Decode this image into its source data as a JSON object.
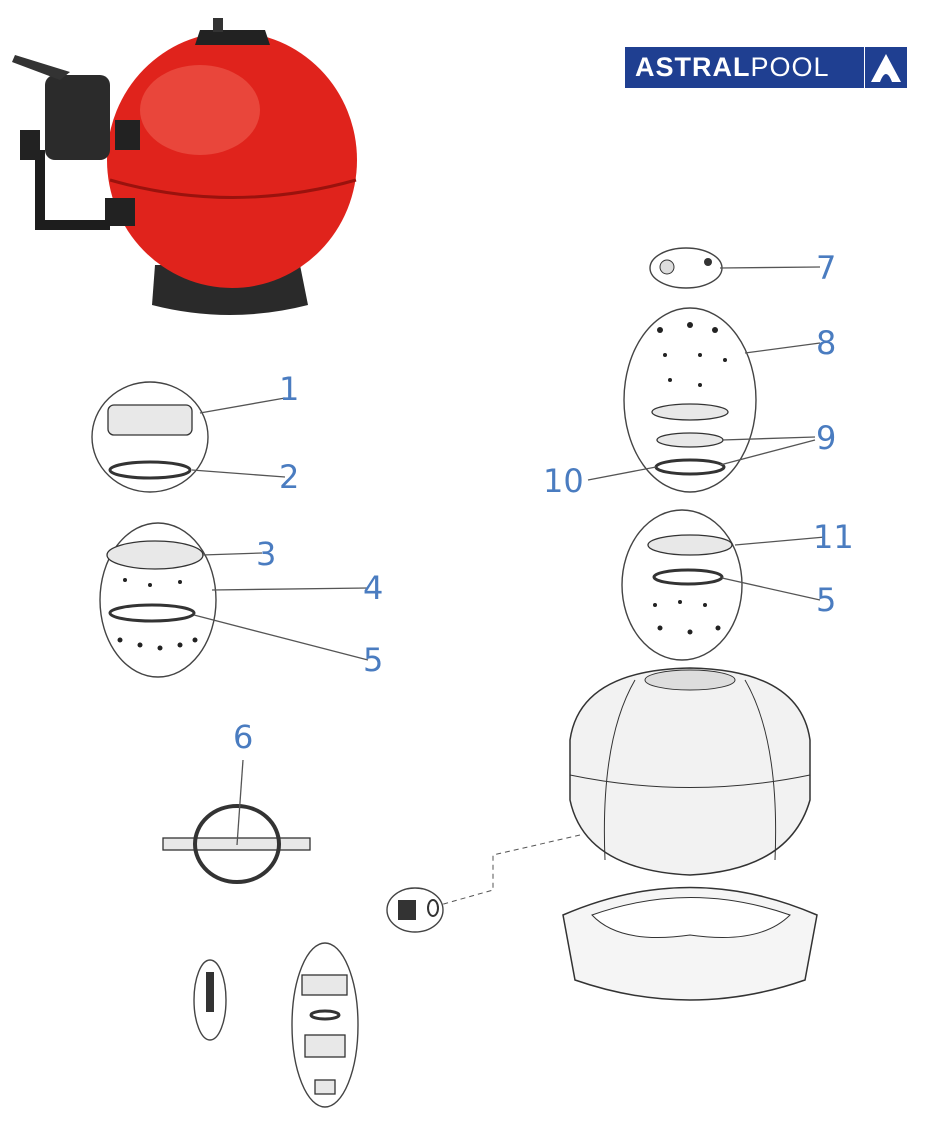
{
  "logo": {
    "brand_bold": "ASTRAL",
    "brand_light": "POOL"
  },
  "callouts": {
    "c1": "1",
    "c2": "2",
    "c3": "3",
    "c4": "4",
    "c5a": "5",
    "c6": "6",
    "c7": "7",
    "c8": "8",
    "c9": "9",
    "c10": "10",
    "c11": "11",
    "c5b": "5"
  },
  "colors": {
    "label": "#4a7cc0",
    "logo_bg": "#1f3f91",
    "tank": "#e0231c"
  }
}
